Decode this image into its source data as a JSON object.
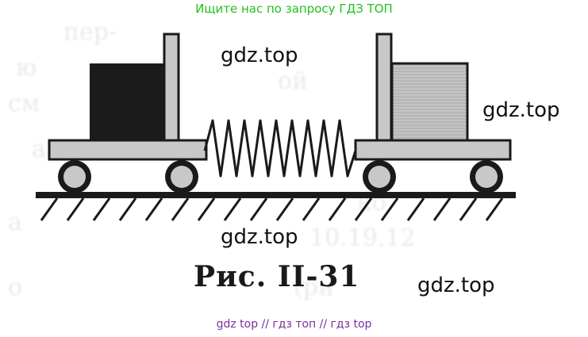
{
  "header": {
    "banner_text": "Ищите нас по запросу ГДЗ ТОП",
    "banner_color": "#21c21e"
  },
  "figure": {
    "caption": "Рис. II-31"
  },
  "watermarks": [
    "gdz.top",
    "gdz.top",
    "gdz.top",
    "gdz.top"
  ],
  "footer": {
    "banner_text": "gdz top  //  гдз топ  //  гдз top",
    "banner_color": "#7a2fa0"
  }
}
